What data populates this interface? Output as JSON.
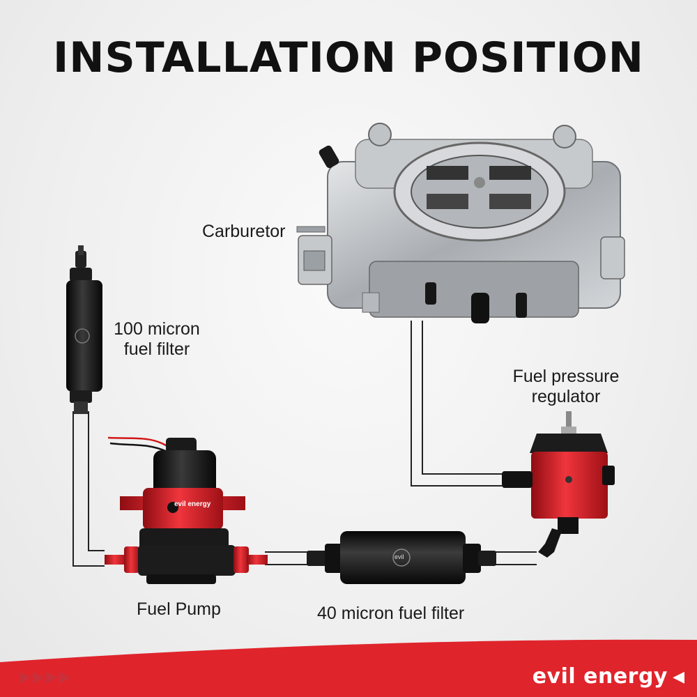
{
  "title": "INSTALLATION POSITION",
  "labels": {
    "carburetor": "Carburetor",
    "filter_100_line1": "100 micron",
    "filter_100_line2": "fuel filter",
    "regulator_line1": "Fuel pressure",
    "regulator_line2": "regulator",
    "fuel_pump": "Fuel Pump",
    "filter_40": "40 micron fuel filter"
  },
  "brand": {
    "name": "evil energy",
    "pump_badge": "evil energy",
    "filter_badge": "evil"
  },
  "colors": {
    "accent_red": "#e0242c",
    "anodized_black": "#141414",
    "aluminum": "#b8bcc0",
    "fuel_line": "#222222",
    "background": "#efefef"
  },
  "icons": [
    "chevron-right-icon",
    "chevron-left-icon"
  ]
}
